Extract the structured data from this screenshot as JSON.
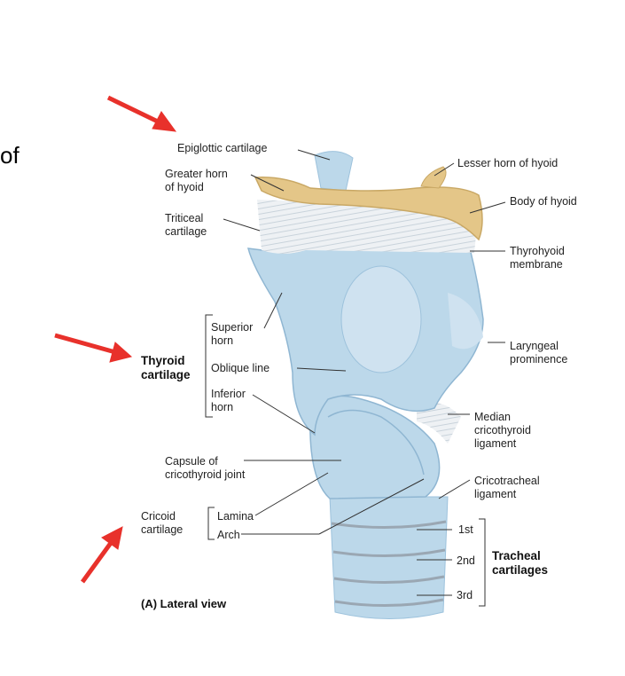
{
  "stray_text": "of",
  "labels": {
    "epiglottic": "Epiglottic cartilage",
    "greater_horn": "Greater horn\nof hyoid",
    "triticeal": "Triticeal\ncartilage",
    "lesser_horn": "Lesser horn of hyoid",
    "body_hyoid": "Body of hyoid",
    "thyrohyoid": "Thyrohyoid\nmembrane",
    "superior_horn": "Superior\nhorn",
    "thyroid_cartilage": "Thyroid\ncartilage",
    "oblique_line": "Oblique line",
    "inferior_horn": "Inferior\nhorn",
    "laryngeal": "Laryngeal\nprominence",
    "median": "Median\ncricothyroid\nligament",
    "capsule": "Capsule of\ncricothyroid joint",
    "cricotracheal": "Cricotracheal\nligament",
    "cricoid_cartilage": "Cricoid\ncartilage",
    "lamina": "Lamina",
    "arch": "Arch",
    "first": "1st",
    "second": "2nd",
    "third": "3rd",
    "tracheal": "Tracheal\ncartilages",
    "view": "(A) Lateral view"
  },
  "colors": {
    "cartilage": "#bcd8ea",
    "cartilage_dark": "#9dc2dc",
    "hyoid": "#e4c688",
    "membrane": "#e4e8ec",
    "arrow": "#e8312b",
    "leader": "#333333"
  }
}
